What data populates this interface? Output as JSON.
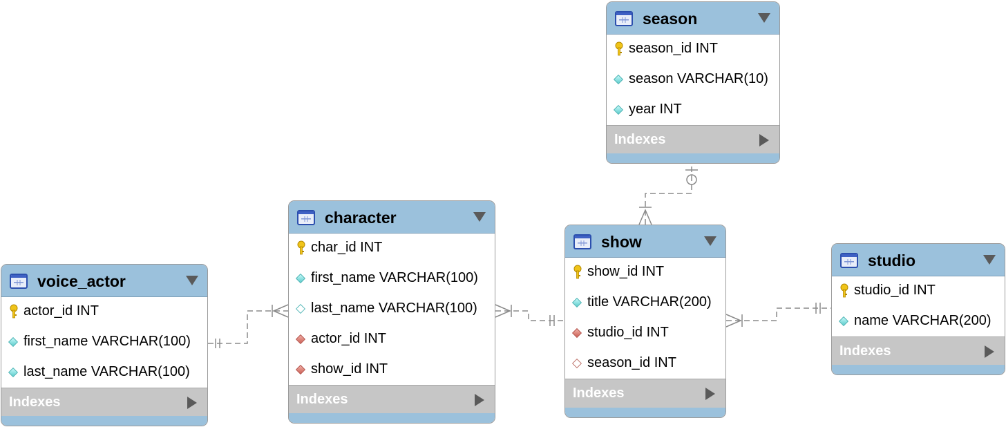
{
  "colors": {
    "header": "#9bc1dc",
    "indexes_bar": "#c6c6c6",
    "attribute_icon": "#5ccccc",
    "foreign_key_icon": "#cc6055",
    "primary_key_icon": "#f0c419",
    "connector": "#8a8a8a"
  },
  "tables": {
    "season": {
      "name": "season",
      "indexes_label": "Indexes",
      "columns": [
        {
          "text": "season_id INT",
          "icon": "primary-key-icon"
        },
        {
          "text": "season VARCHAR(10)",
          "icon": "attribute-icon"
        },
        {
          "text": "year INT",
          "icon": "attribute-icon"
        }
      ]
    },
    "character": {
      "name": "character",
      "indexes_label": "Indexes",
      "columns": [
        {
          "text": "char_id INT",
          "icon": "primary-key-icon"
        },
        {
          "text": "first_name VARCHAR(100)",
          "icon": "attribute-icon"
        },
        {
          "text": "last_name VARCHAR(100)",
          "icon": "nullable-attribute-icon"
        },
        {
          "text": "actor_id INT",
          "icon": "foreign-key-icon"
        },
        {
          "text": "show_id INT",
          "icon": "foreign-key-icon"
        }
      ]
    },
    "show": {
      "name": "show",
      "indexes_label": "Indexes",
      "columns": [
        {
          "text": "show_id INT",
          "icon": "primary-key-icon"
        },
        {
          "text": "title VARCHAR(200)",
          "icon": "attribute-icon"
        },
        {
          "text": "studio_id INT",
          "icon": "foreign-key-icon"
        },
        {
          "text": "season_id INT",
          "icon": "nullable-foreign-key-icon"
        }
      ]
    },
    "voice_actor": {
      "name": "voice_actor",
      "indexes_label": "Indexes",
      "columns": [
        {
          "text": "actor_id INT",
          "icon": "primary-key-icon"
        },
        {
          "text": "first_name VARCHAR(100)",
          "icon": "attribute-icon"
        },
        {
          "text": "last_name VARCHAR(100)",
          "icon": "attribute-icon"
        }
      ]
    },
    "studio": {
      "name": "studio",
      "indexes_label": "Indexes",
      "columns": [
        {
          "text": "studio_id INT",
          "icon": "primary-key-icon"
        },
        {
          "text": "name VARCHAR(200)",
          "icon": "attribute-icon"
        }
      ]
    }
  },
  "relationships": [
    {
      "from": "character",
      "to": "voice_actor",
      "from_cardinality": "many",
      "to_cardinality": "exactly-one"
    },
    {
      "from": "character",
      "to": "show",
      "from_cardinality": "many",
      "to_cardinality": "exactly-one"
    },
    {
      "from": "show",
      "to": "studio",
      "from_cardinality": "many",
      "to_cardinality": "exactly-one"
    },
    {
      "from": "show",
      "to": "season",
      "from_cardinality": "one-or-many",
      "to_cardinality": "zero-or-one"
    }
  ]
}
